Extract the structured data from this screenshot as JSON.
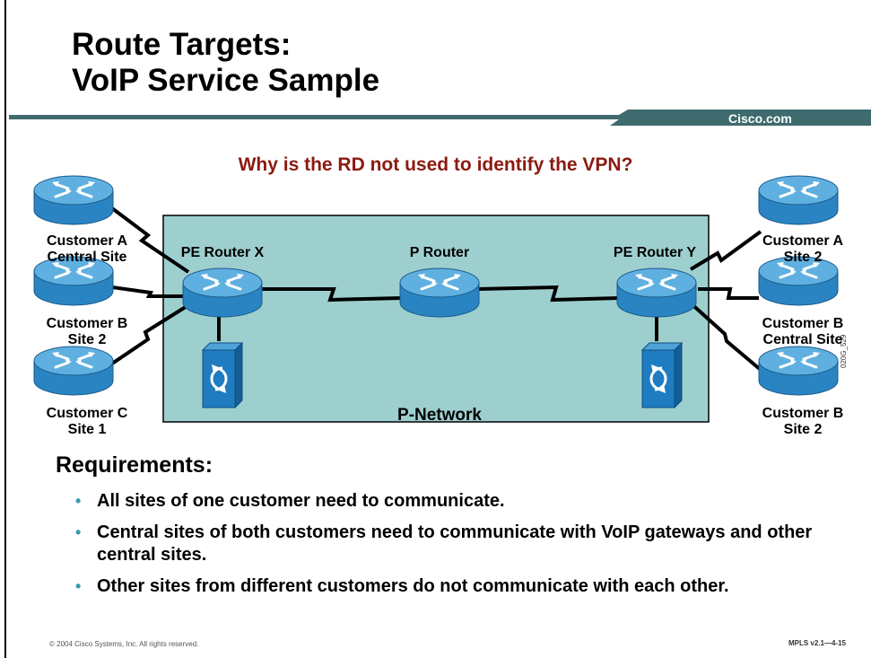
{
  "slide": {
    "title_line1": "Route Targets:",
    "title_line2": "VoIP Service Sample",
    "brand": "Cisco.com",
    "question": "Why is the RD not used to identify the VPN?",
    "image_code": "020G_529"
  },
  "diagram": {
    "network_label": "P-Network",
    "routers": {
      "pe_x": "PE Router X",
      "p": "P Router",
      "pe_y": "PE Router Y"
    },
    "sites_left": [
      {
        "line1": "Customer A",
        "line2": "Central Site"
      },
      {
        "line1": "Customer B",
        "line2": "Site 2"
      },
      {
        "line1": "Customer C",
        "line2": "Site 1"
      }
    ],
    "sites_right": [
      {
        "line1": "Customer A",
        "line2": "Site 2"
      },
      {
        "line1": "Customer B",
        "line2": "Central Site"
      },
      {
        "line1": "Customer B",
        "line2": "Site 2"
      }
    ]
  },
  "requirements": {
    "heading": "Requirements:",
    "bullet_glyph": "•",
    "items": [
      "All sites of one customer need to communicate.",
      "Central sites of both customers need to communicate with VoIP gateways and other central sites.",
      "Other sites from different customers do not communicate with each other."
    ]
  },
  "footer": {
    "copyright": "© 2004 Cisco Systems, Inc. All rights reserved.",
    "code": "MPLS v2.1—4-15"
  },
  "colors": {
    "network_fill": "#9ecfcf",
    "router_body": "#2a84c2",
    "router_top": "#5fb0e0",
    "gateway": "#1f7cc0",
    "header_bar": "#3f6b6e",
    "question": "#8b1a10",
    "bullet": "#3a9ab0"
  }
}
